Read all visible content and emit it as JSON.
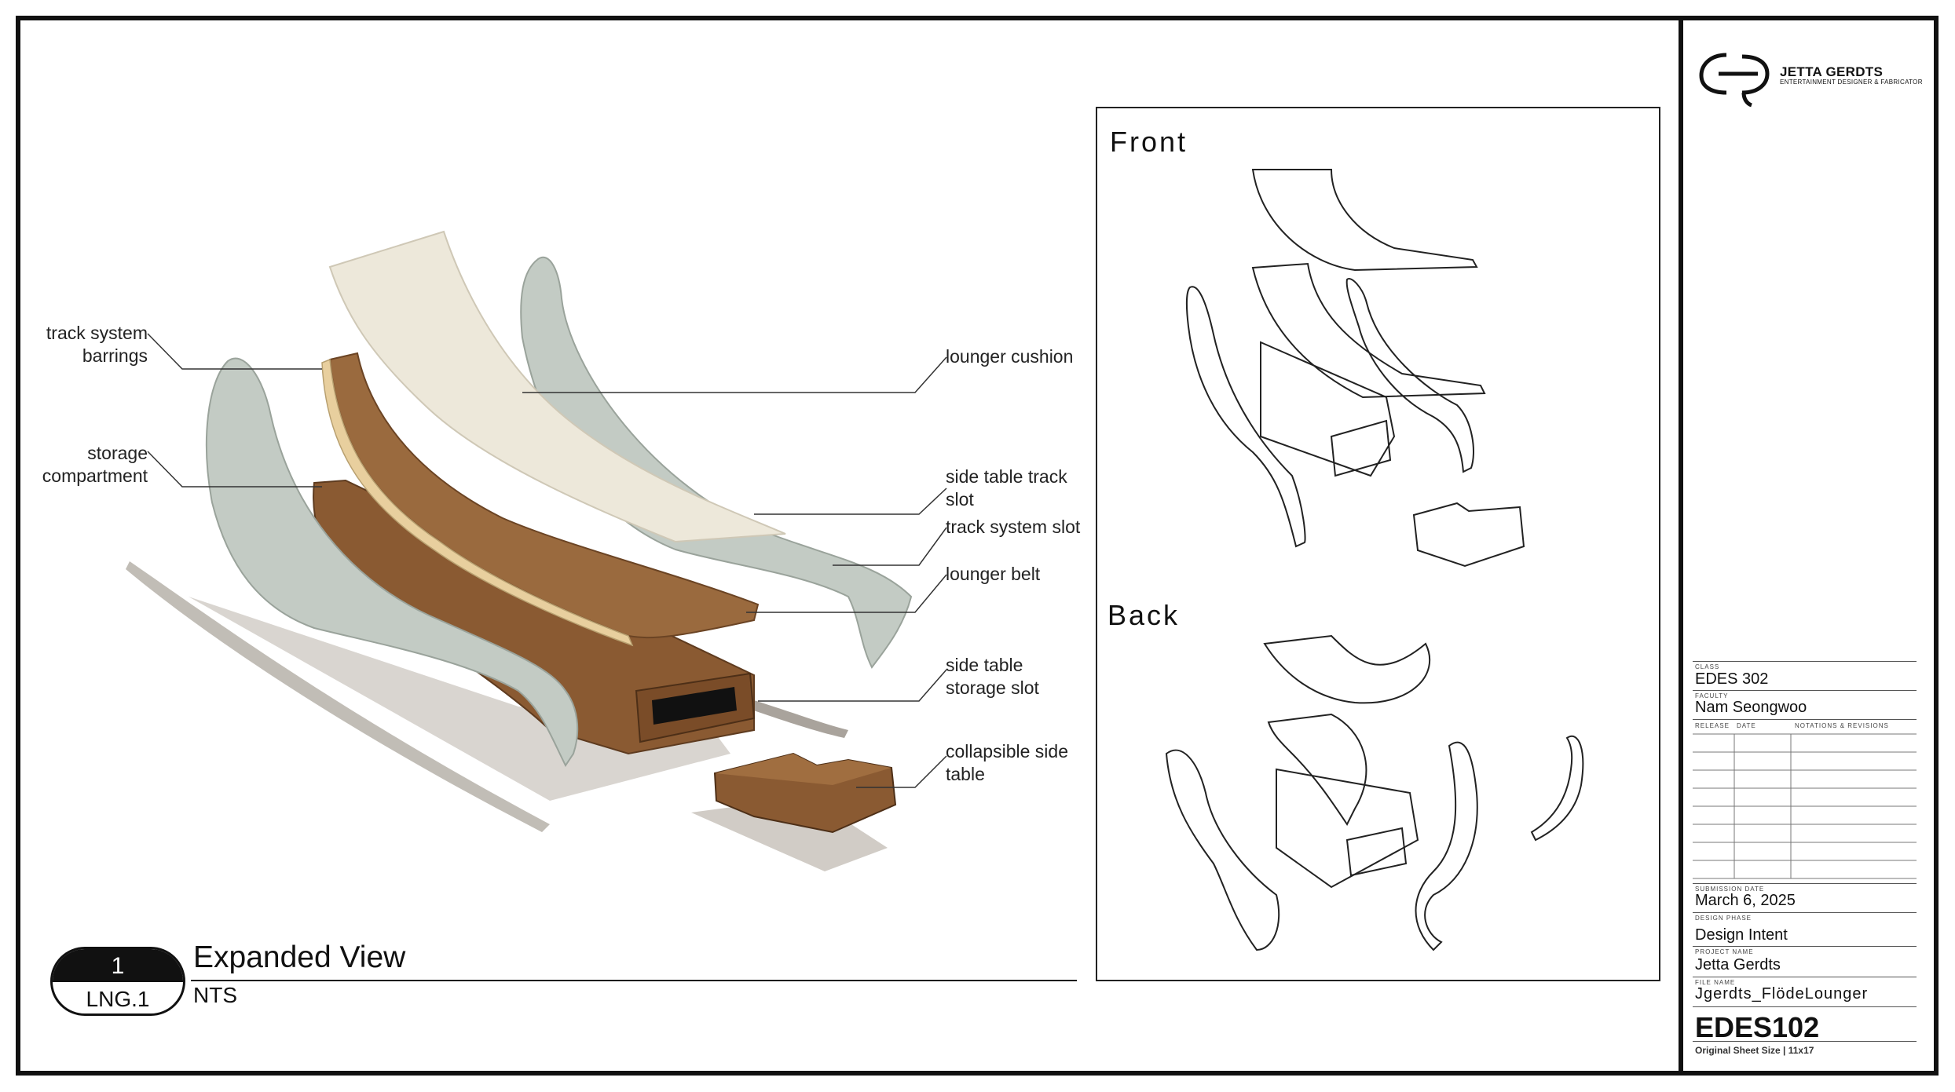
{
  "callouts": {
    "track_system_barrings": "track system\nbarrings",
    "storage_compartment": "storage\ncompartment",
    "lounger_cushion": "lounger cushion",
    "side_table_track_slot": "side table track\nslot",
    "track_system_slot": "track system slot",
    "lounger_belt": "lounger belt",
    "side_table_storage_slot": "side table\nstorage slot",
    "collapsible_side_table": "collapsible side\ntable"
  },
  "views": {
    "front": "Front",
    "back": "Back"
  },
  "drawing_tag": {
    "number": "1",
    "sheet": "LNG.1",
    "title": "Expanded View",
    "scale": "NTS"
  },
  "title_block": {
    "brand": "JETTA GERDTS",
    "tagline": "ENTERTAINMENT DESIGNER & FABRICATOR",
    "class_label": "CLASS",
    "class_value": "EDES 302",
    "faculty_label": "FACULTY",
    "faculty_value": "Nam Seongwoo",
    "release_label": "RELEASE",
    "date_label": "DATE",
    "notations_label": "NOTATIONS & REVISIONS",
    "submission_label": "SUBMISSION DATE",
    "submission_value": "March 6, 2025",
    "phase_label": "DESIGN PHASE",
    "phase_value": "Design Intent",
    "project_label": "PROJECT NAME",
    "project_value": "Jetta Gerdts",
    "file_label": "FILE NAME",
    "file_value": "Jgerdts_FlödeLounger",
    "sheet_code": "EDES102",
    "original_size": "Original Sheet Size | 11x17"
  },
  "colors": {
    "cushion": "#ede8da",
    "side_panel": "#c3cbc4",
    "wood": "#8a5a32",
    "belt": "#e8cf9e",
    "shadow": "#b9b2aa"
  }
}
